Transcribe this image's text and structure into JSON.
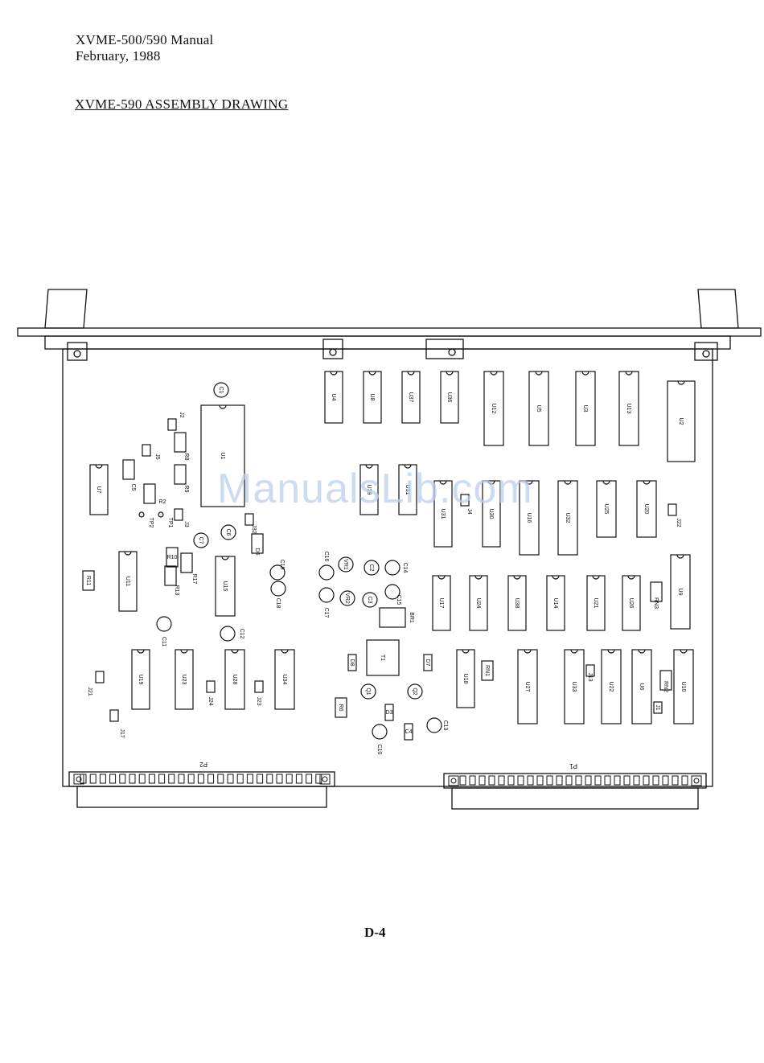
{
  "header": {
    "manual_title": "XVME-500/590 Manual",
    "date": "February, 1988",
    "section_title": "XVME-590 ASSEMBLY DRAWING"
  },
  "page": {
    "number": "D-4"
  },
  "watermark": "ManualsLib.com",
  "board": {
    "connectors": {
      "p1": "P1",
      "p2": "P2"
    },
    "ics": [
      "U4",
      "U8",
      "U37",
      "U36",
      "U12",
      "U5",
      "U3",
      "U13",
      "U2",
      "U1",
      "U7",
      "U29",
      "U31",
      "U31",
      "U30",
      "U16",
      "U32",
      "U25",
      "U20",
      "U11",
      "U15",
      "U17",
      "U24",
      "U38",
      "U14",
      "U21",
      "U26",
      "U9",
      "U19",
      "U23",
      "U28",
      "U34",
      "U18",
      "U27",
      "U33",
      "U22",
      "U6",
      "U10"
    ],
    "other_labels": [
      "C1",
      "J2",
      "J5",
      "R8",
      "R9",
      "C5",
      "R2",
      "TP2",
      "TP1",
      "J3",
      "C7",
      "C6",
      "J32",
      "D6",
      "R10",
      "R11",
      "R17",
      "R13",
      "C19",
      "C18",
      "C11",
      "C12",
      "J24",
      "J23",
      "J21",
      "J17",
      "C16",
      "VR1",
      "C2",
      "C14",
      "VR2",
      "C3",
      "C15",
      "C17",
      "BR1",
      "T1",
      "D8",
      "D7",
      "Q1",
      "Q2",
      "R6",
      "D3",
      "C4",
      "C13",
      "C10",
      "J4",
      "J22",
      "RN3",
      "RN1",
      "J13",
      "RN2",
      "J1"
    ]
  }
}
